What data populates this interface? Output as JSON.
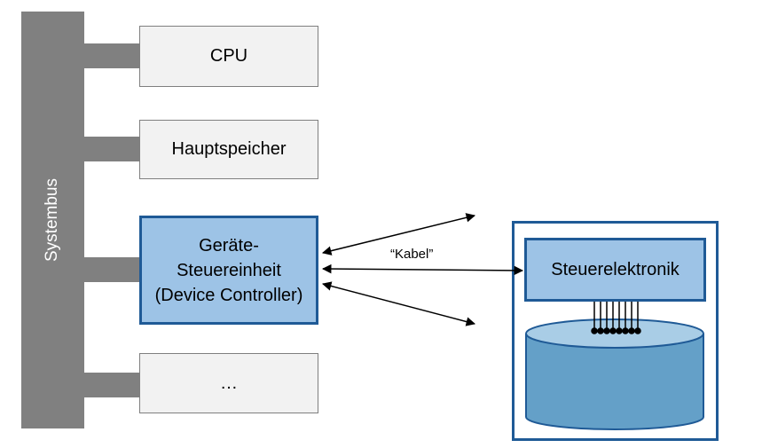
{
  "bus": {
    "label": "Systembus"
  },
  "components": {
    "cpu": "CPU",
    "memory": "Hauptspeicher",
    "controller_line1": "Geräte-",
    "controller_line2": "Steuereinheit",
    "controller_line3": "(Device Controller)",
    "other": "…"
  },
  "cable_label": "“Kabel”",
  "device": {
    "electronics": "Steuerelektronik"
  },
  "colors": {
    "bus": "#808080",
    "controller_fill": "#9dc3e6",
    "controller_border": "#1f5a96",
    "disk": "#64a0c8"
  }
}
